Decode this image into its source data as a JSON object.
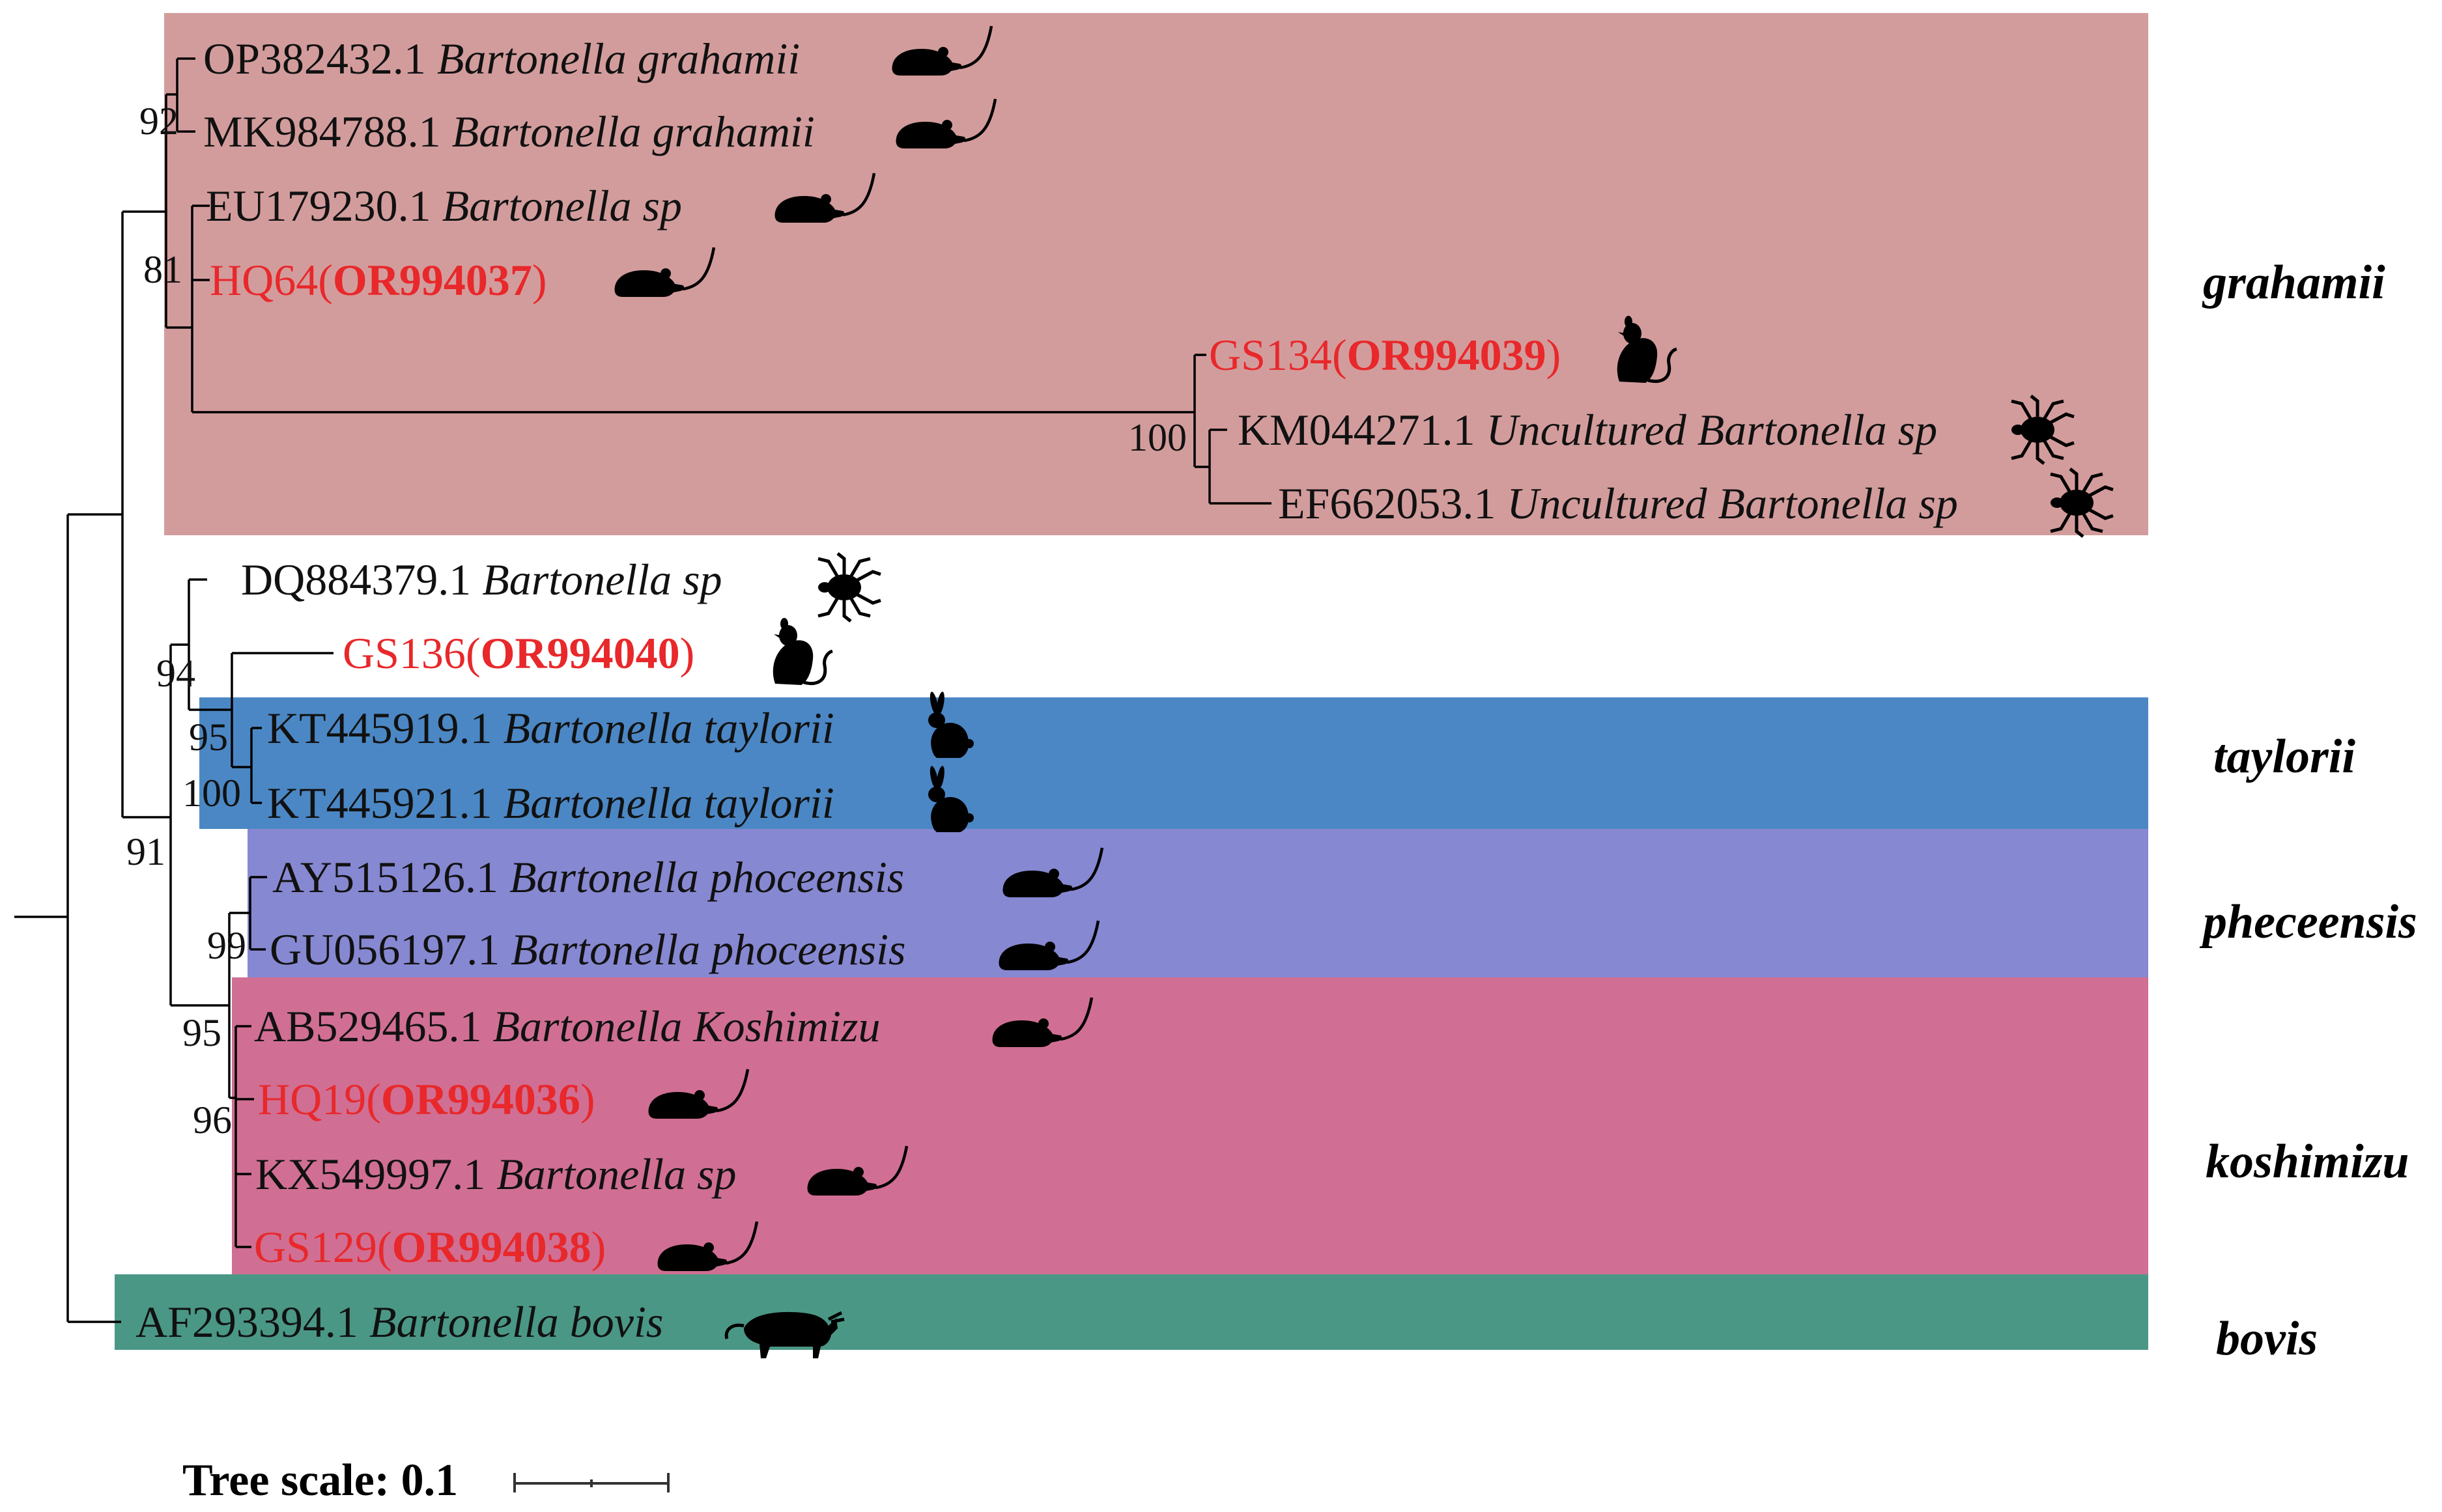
{
  "clades": {
    "grahamii": {
      "label": "grahamii",
      "color": "#d39c9c"
    },
    "taylorii": {
      "label": "taylorii",
      "color": "#4b87c4"
    },
    "phoceensis": {
      "label": "pheceensis",
      "color": "#8788d2"
    },
    "koshimizu": {
      "label": "koshimizu",
      "color": "#d06f93"
    },
    "bovis": {
      "label": "bovis",
      "color": "#4a9786"
    }
  },
  "highlight_color": "#e8282b",
  "leaves": [
    {
      "accession": "OP382432.1",
      "species": "Bartonella grahamii",
      "host": "rodent-icon"
    },
    {
      "accession": "MK984788.1",
      "species": "Bartonella grahamii",
      "host": "rodent-icon"
    },
    {
      "accession": "EU179230.1",
      "species": "Bartonella sp",
      "host": "rodent-icon"
    },
    {
      "isolate": "HQ64",
      "genbank": "OR994037",
      "host": "rodent-icon"
    },
    {
      "isolate": "GS134",
      "genbank": "OR994039",
      "host": "gerbil-icon"
    },
    {
      "accession": "KM044271.1",
      "species": "Uncultured Bartonella sp",
      "host": "tick-icon"
    },
    {
      "accession": "EF662053.1",
      "species": "Uncultured Bartonella sp",
      "host": "tick-icon"
    },
    {
      "accession": "DQ884379.1",
      "species": "Bartonella sp",
      "host": "tick-icon"
    },
    {
      "isolate": "GS136",
      "genbank": "OR994040",
      "host": "gerbil-icon"
    },
    {
      "accession": "KT445919.1",
      "species": "Bartonella taylorii",
      "host": "rabbit-icon"
    },
    {
      "accession": "KT445921.1",
      "species": "Bartonella taylorii",
      "host": "rabbit-icon"
    },
    {
      "accession": "AY515126.1",
      "species": "Bartonella phoceensis",
      "host": "rodent-icon"
    },
    {
      "accession": "GU056197.1",
      "species": "Bartonella phoceensis",
      "host": "rodent-icon"
    },
    {
      "accession": "AB529465.1",
      "species": "Bartonella Koshimizu",
      "host": "rodent-icon"
    },
    {
      "isolate": "HQ19",
      "genbank": "OR994036",
      "host": "rodent-icon"
    },
    {
      "accession": "KX549997.1",
      "species": "Bartonella sp",
      "host": "rodent-icon"
    },
    {
      "isolate": "GS129",
      "genbank": "OR994038",
      "host": "rodent-icon"
    },
    {
      "accession": "AF293394.1",
      "species": "Bartonella bovis",
      "host": "bull-icon"
    }
  ],
  "bootstrap": [
    "92",
    "81",
    "100",
    "94",
    "95",
    "100",
    "91",
    "99",
    "95",
    "96"
  ],
  "scale": {
    "label": "Tree scale: 0.1",
    "value": 0.1
  }
}
